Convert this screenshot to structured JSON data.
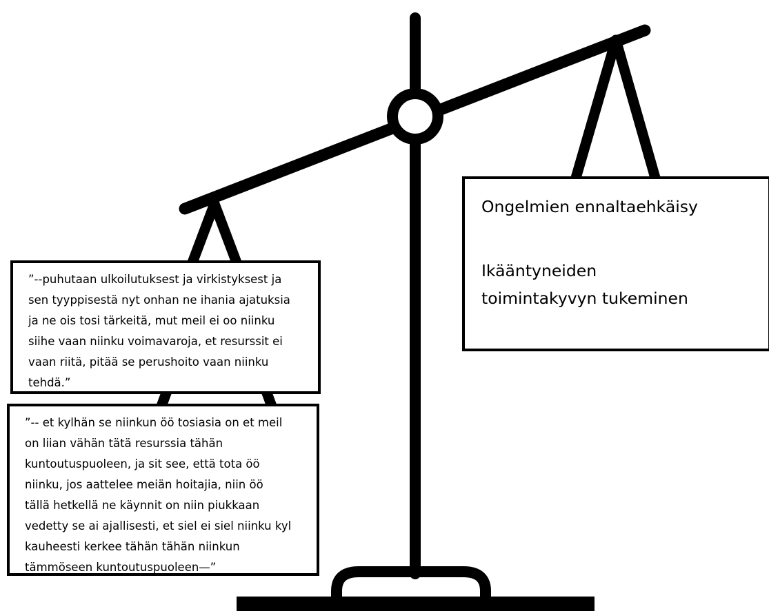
{
  "colors": {
    "ink": "#000000",
    "background": "#ffffff"
  },
  "quotes": [
    {
      "text": "”--puhutaan ulkoilutuksest ja virkistyksest ja\nsen tyyppisestä nyt onhan ne ihania ajatuksia\nja ne ois tosi tärkeitä, mut meil ei oo niinku\nsiihe vaan niinku voimavaroja, et resurssit ei\nvaan riitä, pitää se perushoito vaan  niinku\ntehdä.”"
    },
    {
      "text": "”-- et kylhän se niinkun öö tosiasia on et meil\non liian vähän tätä resurssia tähän\nkuntoutuspuoleen, ja sit see, että tota öö\nniinku, jos aattelee meiän hoitajia, niin öö\ntällä hetkellä ne käynnit on niin piukkaan\nvedetty se ai ajallisesti, et siel ei siel niinku kyl\nkauheesti kerkee tähän tähän niinkun\ntämmöseen kuntoutuspuoleen—”"
    }
  ],
  "goals": [
    {
      "text": "Ongelmien ennaltaehkäisy"
    },
    {
      "text": "Ikääntyneiden\ntoimintakyvyn tukeminen"
    }
  ]
}
